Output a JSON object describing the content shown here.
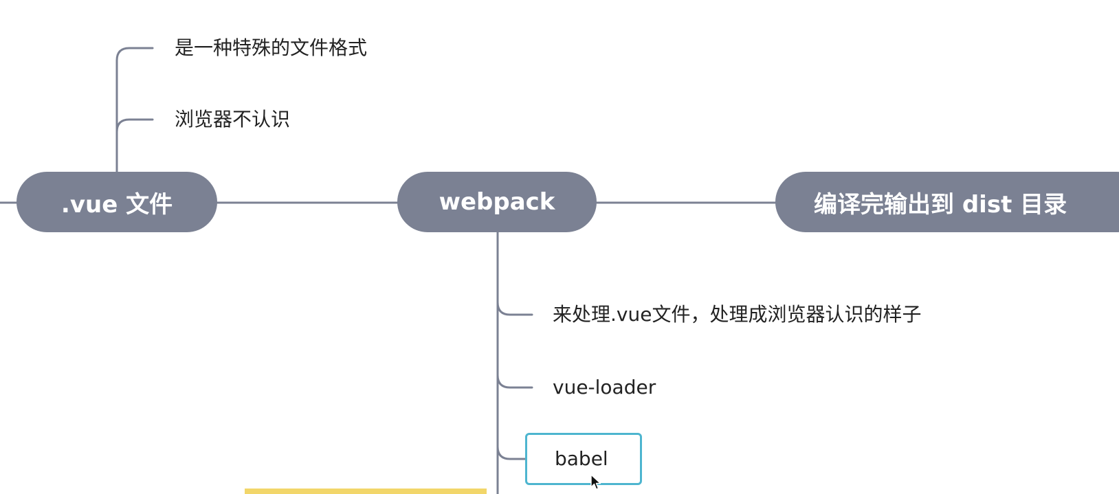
{
  "mindmap": {
    "main_nodes": [
      {
        "id": "vue",
        "label": ".vue 文件"
      },
      {
        "id": "webpack",
        "label": "webpack"
      },
      {
        "id": "dist",
        "label": "编译完输出到 dist 目录"
      }
    ],
    "vue_children": [
      "是一种特殊的文件格式",
      "浏览器不认识"
    ],
    "webpack_children": [
      "来处理.vue文件，处理成浏览器认识的样子",
      "vue-loader",
      "babel"
    ],
    "selected_child": "babel"
  },
  "colors": {
    "node_fill": "#7b8193",
    "node_text": "#ffffff",
    "connector": "#7b8193",
    "selection_border": "#4db5cf",
    "leaf_text": "#222222",
    "banner": "#f2d66a"
  },
  "icons": {
    "cursor": "mouse-pointer-icon"
  }
}
